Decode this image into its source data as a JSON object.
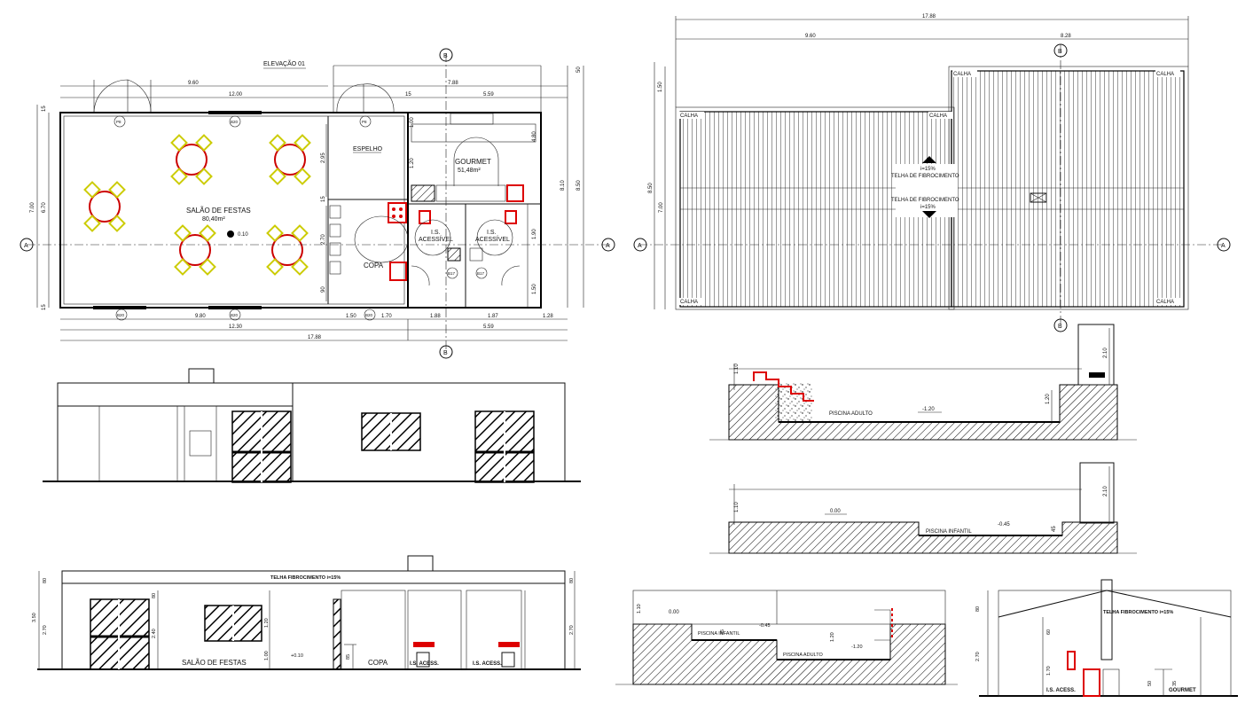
{
  "plan": {
    "title_elevation": "ELEVAÇÃO 01",
    "rooms": {
      "salao": {
        "name": "SALÃO DE FESTAS",
        "area": "80,40m²"
      },
      "gourmet": {
        "name": "GOURMET",
        "area": "51,48m²"
      },
      "copa": "COPA",
      "is1": {
        "l1": "I.S.",
        "l2": "ACESSÍVEL"
      },
      "is2": {
        "l1": "I.S.",
        "l2": "ACESSÍVEL"
      },
      "espelho": "ESPELHO"
    },
    "level": "0.10",
    "tags": {
      "p8a": "P8",
      "b20a": "B20",
      "p8b": "P8",
      "b20b": "B20",
      "b20c": "B20",
      "b20d": "B20",
      "b17a": "B17",
      "b17b": "B17"
    },
    "axis": {
      "a": "A",
      "b": "B"
    },
    "dims": {
      "top_total": "9.60",
      "top_12": "12.00",
      "top_788": "7.88",
      "top_559": "5.59",
      "top_15": "15",
      "left_700": "7.00",
      "left_670": "6.70",
      "left_15a": "15",
      "left_15b": "15",
      "right_810": "8.10",
      "right_850": "8.50",
      "right_50": "50",
      "bot_960": "9.80",
      "bot_1230": "12.30",
      "bot_1788": "17.88",
      "bot_559": "5.59",
      "bot_150": "1.50",
      "bot_170": "1.70",
      "bot_188": "1.88",
      "bot_187": "1.87",
      "bot_128": "1.28",
      "v_295": "2.95",
      "v_100": "1.00",
      "v_120": "1.20",
      "v_480": "4.80",
      "v_190": "1.90",
      "v_150": "1.50",
      "v_270": "2.70",
      "v_90": "90",
      "v_15": "15"
    }
  },
  "roof": {
    "dims": {
      "total": "17.88",
      "left": "9.60",
      "right": "8.28",
      "h150": "1.50",
      "h850": "8.50",
      "h700": "7.00"
    },
    "labels": {
      "calha": "CALHA",
      "telha1": "TELHA DE FIBROCIMENTO",
      "telha2": "TELHA DE FIBROCIMENTO",
      "slope1": "i=15%",
      "slope2": "i=15%"
    }
  },
  "pool_adult": {
    "label": "PISCINA ADULTO",
    "level": "-1.20",
    "d110": "1.10",
    "d120": "1.20",
    "d210": "2.10"
  },
  "pool_child": {
    "label": "PISCINA INFANTIL",
    "level0": "0.00",
    "level": "-0.45",
    "d110": "1.10",
    "d45": "45",
    "d210": "2.10"
  },
  "section_pools": {
    "level0": "0.00",
    "infantil": "PISCINA INFANTIL",
    "l045": "-0.45",
    "adulto": "PISCINA ADULTO",
    "l120": "-1.20",
    "d110": "1.10",
    "d45": "45",
    "d120": "1.20"
  },
  "section_long": {
    "roof_label": "TELHA FIBROCIMENTO i=15%",
    "salao": "SALÃO DE FESTAS",
    "level": "+0.10",
    "copa": "COPA",
    "is1": "I.S. ACESS.",
    "is2": "I.S. ACESS.",
    "d80": "80",
    "d350": "3.50",
    "d270": "2.70",
    "d240": "2.40",
    "d120": "1.20",
    "d100": "1.00",
    "d85": "85",
    "d80b": "80",
    "d270r": "2.70"
  },
  "section_small": {
    "roof_label": "TELHA FIBROCIMENTO i=15%",
    "is": "I.S. ACESS.",
    "gourmet": "GOURMET",
    "d80": "80",
    "d270": "2.70",
    "d170": "1.70",
    "d60": "60",
    "d50": "50",
    "d35": "35"
  }
}
